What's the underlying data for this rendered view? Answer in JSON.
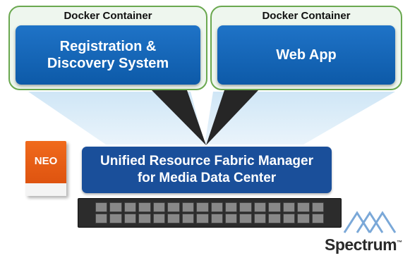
{
  "containers": [
    {
      "title": "Docker Container",
      "service_line1": "Registration &",
      "service_line2": "Discovery System"
    },
    {
      "title": "Docker Container",
      "service_line1": "Web App"
    }
  ],
  "fabric_manager": {
    "line1": "Unified Resource Fabric Manager",
    "line2": "for Media Data Center"
  },
  "neo": {
    "label": "NEO"
  },
  "spectrum": {
    "label": "Spectrum",
    "trademark": "™"
  },
  "colors": {
    "container_border": "#6aa84f",
    "service_blue": "#1f73c7",
    "fabric_blue": "#1a4f9a",
    "neo_orange": "#f06a1c"
  }
}
